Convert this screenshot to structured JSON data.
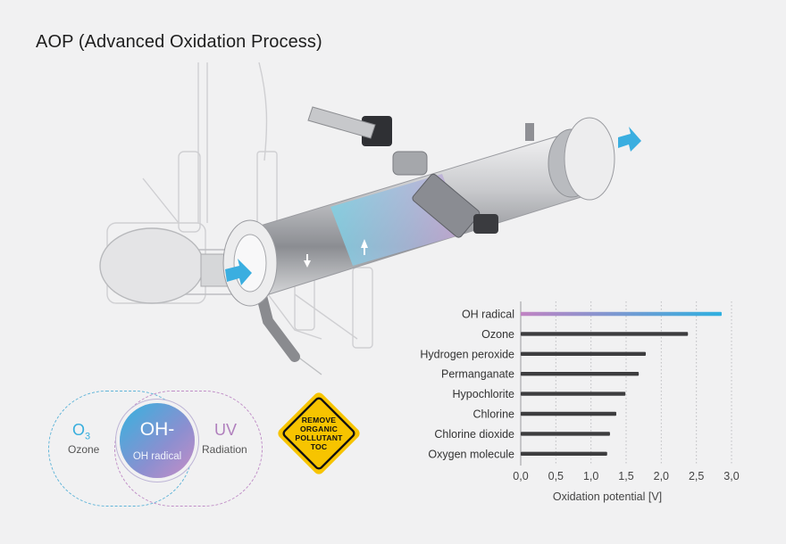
{
  "page": {
    "title": "AOP (Advanced Oxidation Process)"
  },
  "venn": {
    "ozone_symbol": "O",
    "ozone_subscript": "3",
    "ozone_label": "Ozone",
    "radical_symbol": "OH-",
    "radical_label": "OH radical",
    "uv_symbol": "UV",
    "uv_label": "Radiation"
  },
  "warning_sign": {
    "lines": [
      "REMOVE",
      "ORGANIC",
      "POLLUTANT",
      "TOC"
    ]
  },
  "colors": {
    "bar": "#3d3d3f",
    "gradient_start": "#c183c3",
    "gradient_end": "#2fb0e0",
    "flow_arrow": "#3aaee0",
    "sign_fill": "#f7c400"
  },
  "chart_data": {
    "type": "bar",
    "orientation": "horizontal",
    "categories": [
      "OH radical",
      "Ozone",
      "Hydrogen peroxide",
      "Permanganate",
      "Hypochlorite",
      "Chlorine",
      "Chlorine dioxide",
      "Oxygen molecule"
    ],
    "values": [
      2.86,
      2.38,
      1.78,
      1.68,
      1.49,
      1.36,
      1.27,
      1.23
    ],
    "xlabel": "Oxidation potential  [V]",
    "xlim": [
      0,
      3.0
    ],
    "xticks": [
      "0,0",
      "0,5",
      "1,0",
      "1,5",
      "2,0",
      "2,5",
      "3,0"
    ],
    "grid": "vertical dotted",
    "highlight_category": "OH radical"
  }
}
